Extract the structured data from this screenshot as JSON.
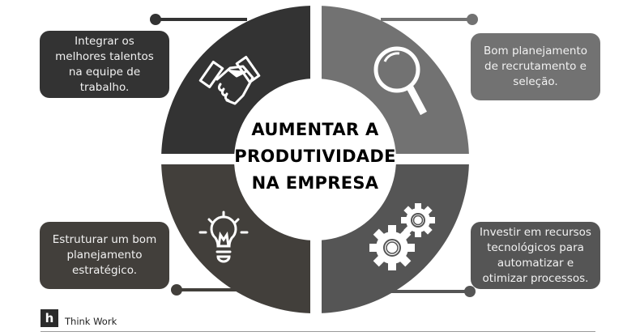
{
  "center": {
    "title": "AUMENTAR A\nPRODUTIVIDADE\nNA EMPRESA"
  },
  "quadrants": [
    {
      "position": "top-left",
      "icon": "handshake-icon",
      "color": "#333333",
      "text": "Integrar os\nmelhores talentos\nna equipe de\ntrabalho."
    },
    {
      "position": "top-right",
      "icon": "magnifier-icon",
      "color": "#727272",
      "text": "Bom planejamento\nde recrutamento e\nseleção."
    },
    {
      "position": "bottom-left",
      "icon": "lightbulb-icon",
      "color": "#423f3b",
      "text": "Estruturar um bom\nplanejamento\nestratégico."
    },
    {
      "position": "bottom-right",
      "icon": "gears-icon",
      "color": "#555555",
      "text": "Investir em recursos\ntecnológicos para\nautomatizar e\notimizar processos."
    }
  ],
  "footer": {
    "logo_letter": "h",
    "brand": "Think Work"
  }
}
